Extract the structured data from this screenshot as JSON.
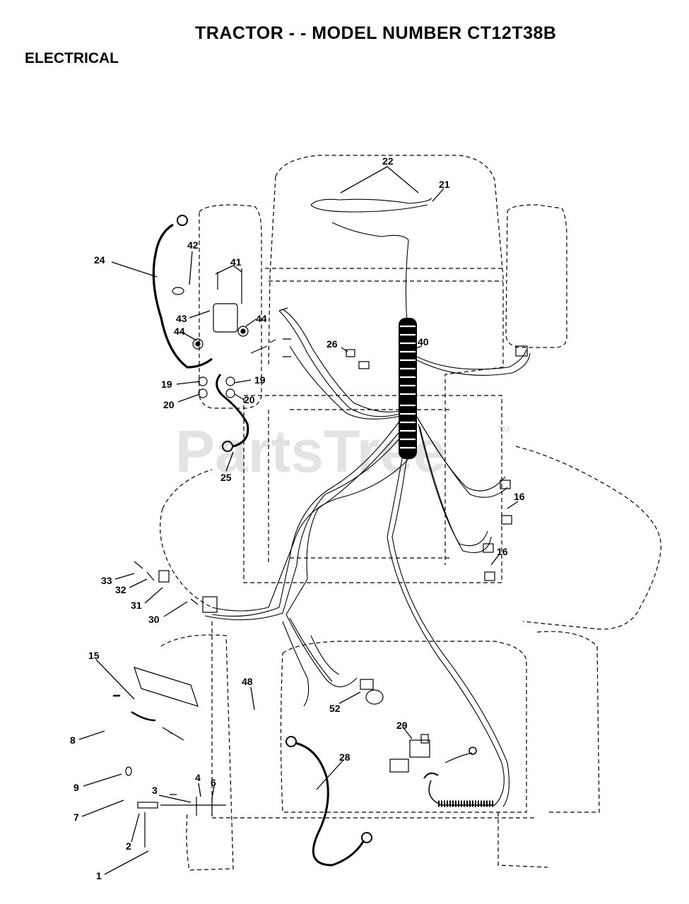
{
  "header": {
    "title": "TRACTOR - - MODEL NUMBER CT12T38B",
    "section": "ELECTRICAL"
  },
  "watermark": {
    "text": "PartsTree",
    "tm": "TM"
  },
  "callouts": {
    "c1": "1",
    "c2": "2",
    "c3": "3",
    "c4": "4",
    "c6": "6",
    "c7": "7",
    "c8": "8",
    "c9": "9",
    "c15": "15",
    "c16a": "16",
    "c16b": "16",
    "c19a": "19",
    "c19b": "19",
    "c20a": "20",
    "c20b": "20",
    "c21": "21",
    "c22": "22",
    "c24": "24",
    "c25": "25",
    "c26": "26",
    "c28": "28",
    "c29": "29",
    "c30": "30",
    "c31": "31",
    "c32": "32",
    "c33": "33",
    "c40": "40",
    "c41": "41",
    "c42": "42",
    "c43": "43",
    "c44a": "44",
    "c44b": "44",
    "c48": "48",
    "c52": "52"
  },
  "colors": {
    "ink": "#000000",
    "watermark": "#e3e3e3",
    "background": "#ffffff"
  }
}
